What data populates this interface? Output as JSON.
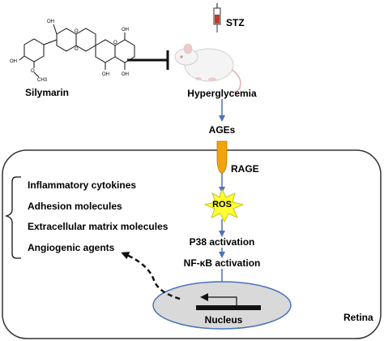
{
  "labels": {
    "stz": "STZ",
    "silymarin": "Silymarin",
    "hyperglycemia": "Hyperglycemia",
    "ages": "AGEs",
    "rage": "RAGE",
    "ros": "ROS",
    "p38": "P38 activation",
    "nfkb": "NF-κB activation",
    "nucleus": "Nucleus",
    "retina": "Retina"
  },
  "effects": [
    "Inflammatory cytokines",
    "Adhesion molecules",
    "Extracellular matrix molecules",
    "Angiogenic agents"
  ],
  "molecule": {
    "oh_groups": [
      "OH",
      "OH",
      "OH",
      "OH",
      "OH"
    ],
    "methyl": "CH3",
    "oxygens": [
      "O",
      "O",
      "O",
      "O"
    ]
  },
  "colors": {
    "arrow": "#4a74b8",
    "receptor": "#f0a30a",
    "ros_star": "#ffff33",
    "nucleus_fill": "#d9d9d9",
    "nucleus_stroke": "#4a74b8",
    "syringe_liquid": "#c0392b",
    "cell_stroke": "#333333"
  }
}
